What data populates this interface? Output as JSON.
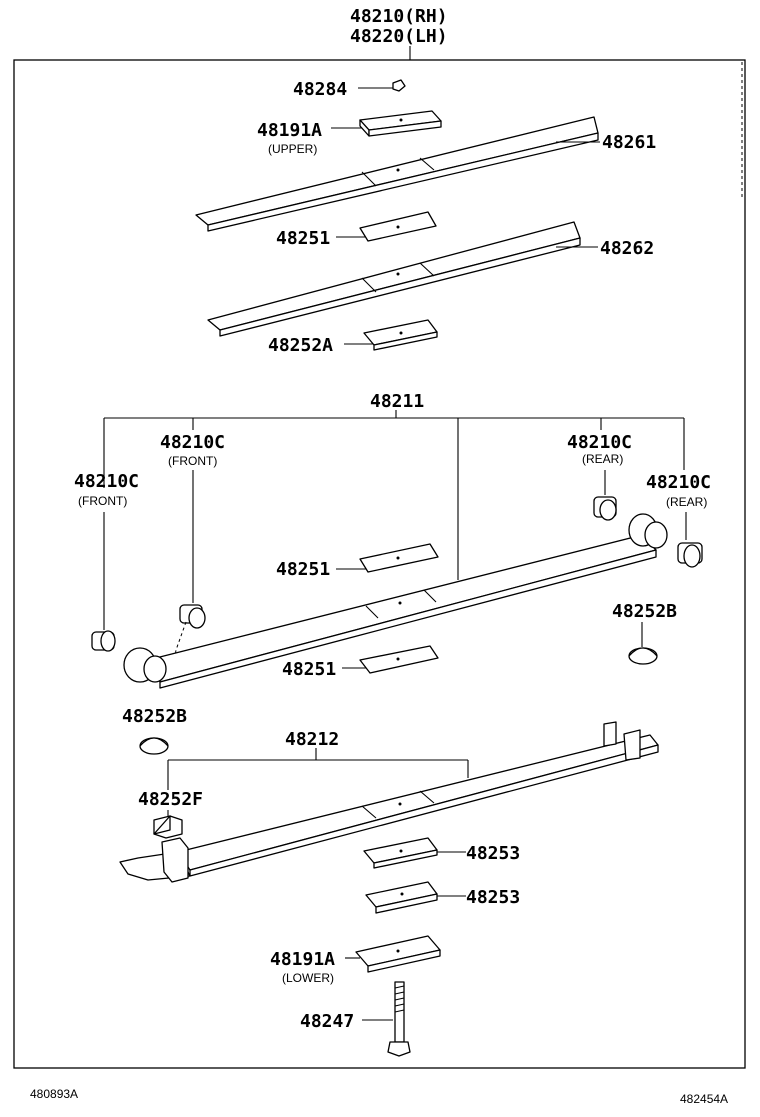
{
  "header": {
    "assembly_rh": "48210(RH)",
    "assembly_lh": "48220(LH)"
  },
  "callouts": {
    "p48284": "48284",
    "p48191a_upper": "48191A",
    "upper_note": "(UPPER)",
    "p48261": "48261",
    "p48251_top": "48251",
    "p48262": "48262",
    "p48252a": "48252A",
    "p48211": "48211",
    "p48210c_front_left": "48210C",
    "front_note_left": "(FRONT)",
    "p48210c_front_inner": "48210C",
    "front_note_inner": "(FRONT)",
    "p48210c_rear_inner": "48210C",
    "rear_note_inner": "(REAR)",
    "p48210c_rear_right": "48210C",
    "rear_note_right": "(REAR)",
    "p48251_mid": "48251",
    "p48251_low": "48251",
    "p48252b_right": "48252B",
    "p48252b_left": "48252B",
    "p48212": "48212",
    "p48252f": "48252F",
    "p48253_a": "48253",
    "p48253_b": "48253",
    "p48191a_lower": "48191A",
    "lower_note": "(LOWER)",
    "p48247": "48247"
  },
  "footer": {
    "left_code": "480893A",
    "right_code": "482454A"
  }
}
